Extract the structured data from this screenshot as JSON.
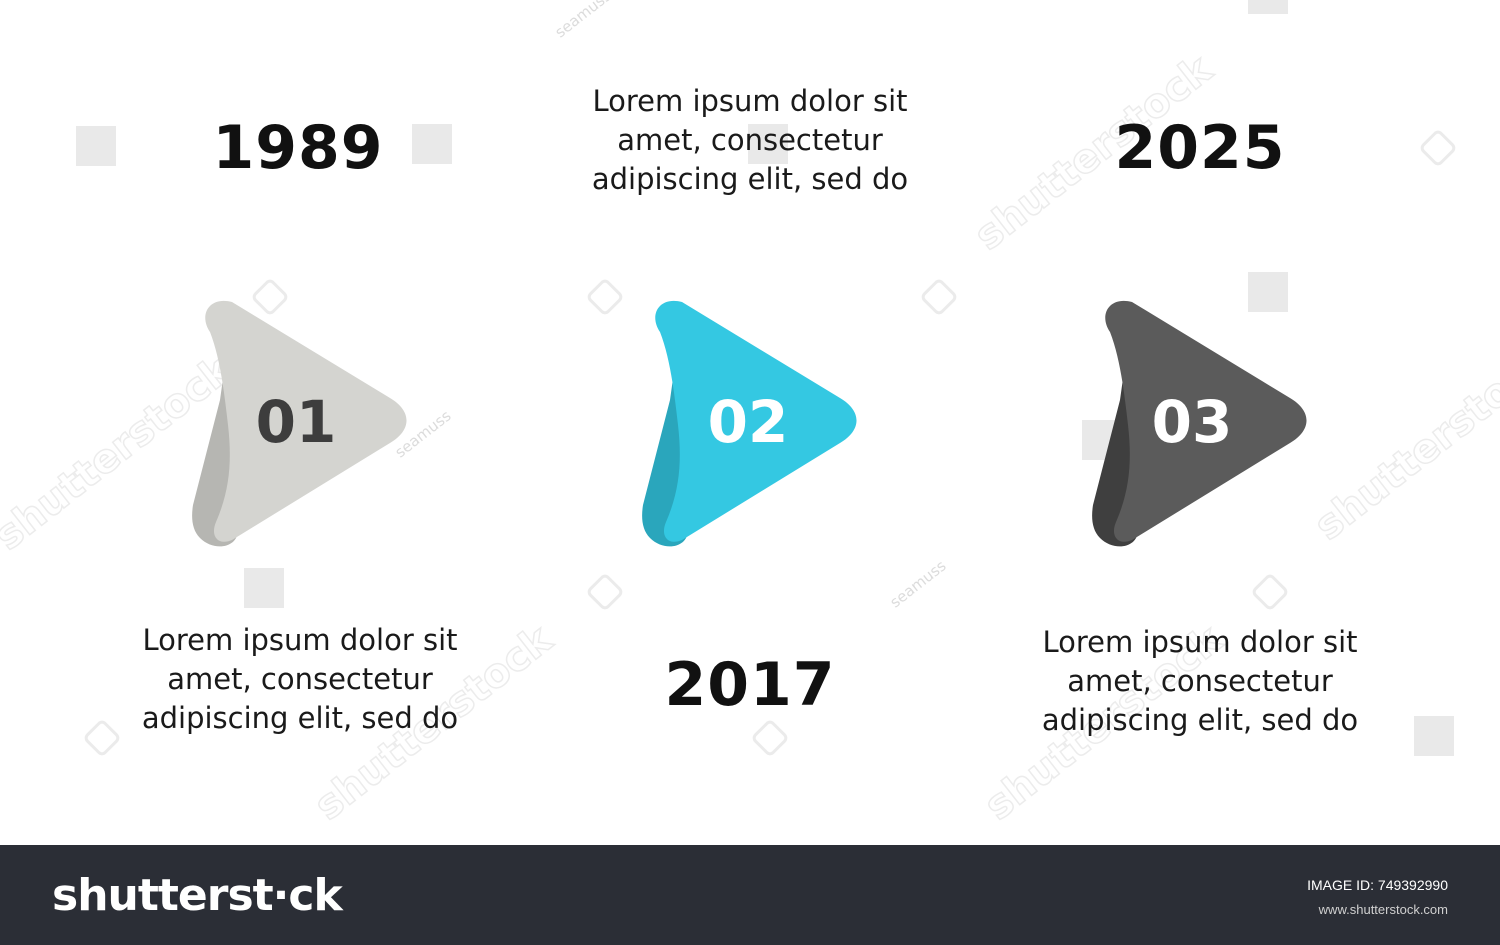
{
  "steps": [
    {
      "number": "01",
      "year": "1989",
      "desc": [
        "Lorem ipsum dolor sit",
        "amet, consectetur",
        "adipiscing elit, sed do"
      ],
      "color": "#d4d4d0",
      "shadow": "#b6b6b2",
      "text_color": "#3d3d3d"
    },
    {
      "number": "02",
      "year": "2017",
      "desc": [
        "Lorem ipsum dolor sit",
        "amet, consectetur",
        "adipiscing elit, sed do"
      ],
      "color": "#34c8e2",
      "shadow": "#2aa6bc",
      "text_color": "#ffffff"
    },
    {
      "number": "03",
      "year": "2025",
      "desc": [
        "Lorem ipsum dolor sit",
        "amet, consectetur",
        "adipiscing elit, sed do"
      ],
      "color": "#5b5b5b",
      "shadow": "#3f3f3f",
      "text_color": "#ffffff"
    }
  ],
  "watermark": {
    "brand": "shutterstock",
    "author": "seamuss"
  },
  "footer": {
    "logo": "shutterst·ck",
    "image_id": "IMAGE ID: 749392990",
    "url": "www.shutterstock.com"
  }
}
